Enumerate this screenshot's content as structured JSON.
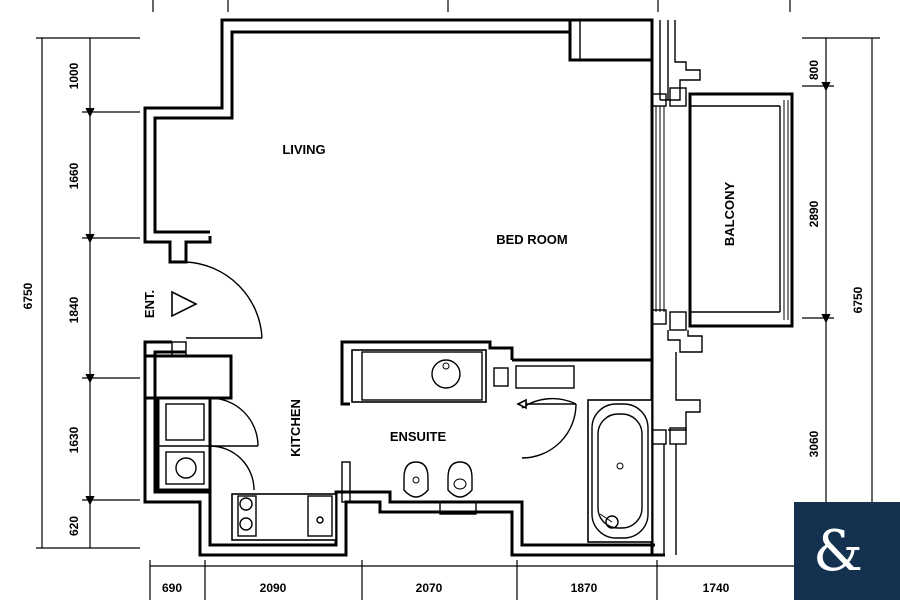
{
  "rooms": {
    "living": "LIVING",
    "bedroom": "BED ROOM",
    "balcony": "BALCONY",
    "kitchen": "KITCHEN",
    "ensuite": "ENSUITE",
    "entrance": "ENT."
  },
  "dimensions": {
    "left": [
      "1000",
      "1660",
      "1840",
      "1630",
      "620"
    ],
    "left_total": "6750",
    "right": [
      "800",
      "2890",
      "3060"
    ],
    "right_total": "6750",
    "bottom": [
      "690",
      "2090",
      "2070",
      "1870",
      "1740"
    ]
  },
  "logo": {
    "glyph": "&",
    "background": "#14314f"
  }
}
